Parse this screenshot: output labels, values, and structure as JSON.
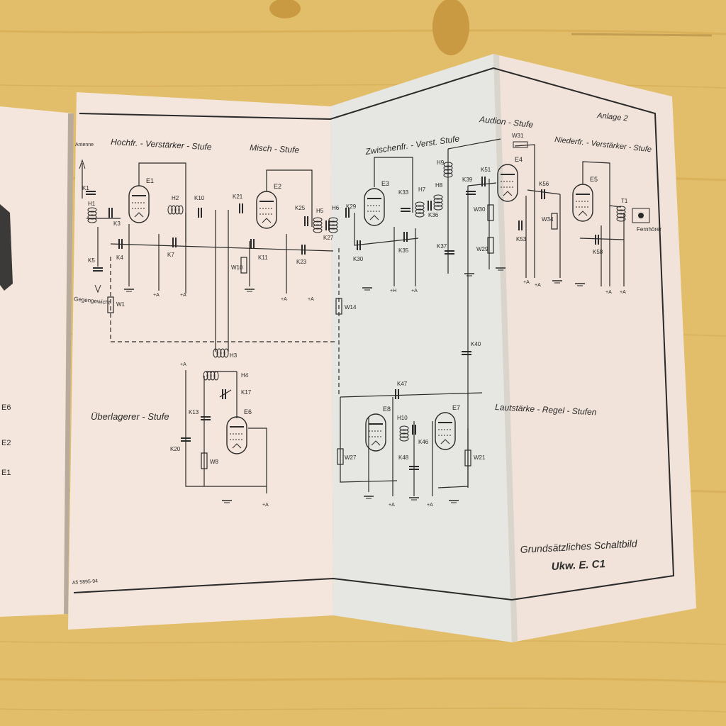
{
  "colors": {
    "wood": "#e2be6a",
    "wood_dark": "#c99a42",
    "paper_left": "#f4e6dc",
    "paper_mid": "#e6e7e2",
    "paper_right": "#f1e3d9",
    "ink": "#2a2a2a"
  },
  "sheet": {
    "annex": "Anlage 2",
    "caption_line1": "Grundsätzliches Schaltbild",
    "caption_line2": "Ukw. E. C1",
    "print_mark": "A5 5895-94"
  },
  "stage_titles": {
    "hf": "Hochfr. - Verstärker - Stufe",
    "mix": "Misch - Stufe",
    "if": "Zwischenfr. - Verst. Stufe",
    "audion": "Audion - Stufe",
    "lf": "Niederfr. - Verstärker - Stufe",
    "osc": "Überlagerer - Stufe",
    "vol": "Lautstärke - Regel - Stufen"
  },
  "terminal_labels": {
    "antenna": "Antenne",
    "counterweight": "Gegengewicht",
    "headphones": "Fernhörer"
  },
  "tubes": [
    "E1",
    "E2",
    "E3",
    "E4",
    "E5",
    "E6",
    "E7",
    "E8"
  ],
  "components": {
    "K1": "K1",
    "K3": "K3",
    "K4": "K4",
    "K5": "K5",
    "K7": "K7",
    "K10": "K10",
    "K11": "K11",
    "K13": "K13",
    "K17": "K17",
    "K20": "K20",
    "K21": "K21",
    "K23": "K23",
    "K25": "K25",
    "K27": "K27",
    "K29": "K29",
    "K30": "K30",
    "K33": "K33",
    "K35": "K35",
    "K36": "K36",
    "K37": "K37",
    "K39": "K39",
    "K40": "K40",
    "K46": "K46",
    "K47": "K47",
    "K48": "K48",
    "K51": "K51",
    "K53": "K53",
    "K56": "K56",
    "K58": "K58",
    "H1": "H1",
    "H2": "H2",
    "H3": "H3",
    "H4": "H4",
    "H5": "H5",
    "H6": "H6",
    "H7": "H7",
    "H8": "H8",
    "H9": "H9",
    "H10": "H10",
    "W1": "W1",
    "W8": "W8",
    "W10": "W10",
    "W14": "W14",
    "W21": "W21",
    "W27": "W27",
    "W29": "W29",
    "W30": "W30",
    "W31": "W31",
    "W34": "W34",
    "T1": "T1"
  },
  "supply_label": "+A",
  "heater_label": "+H",
  "left_page_labels": [
    "E6",
    "E2",
    "E1"
  ]
}
